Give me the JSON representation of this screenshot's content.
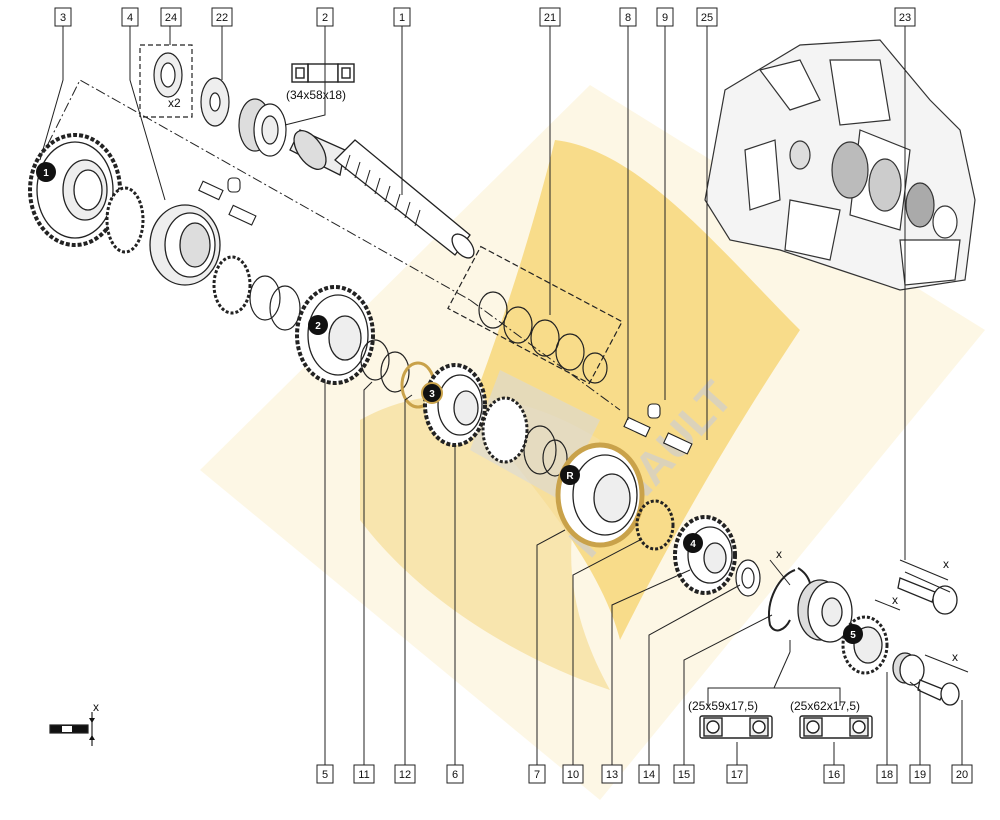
{
  "watermark": {
    "brand": "RENAULT",
    "color_gold": "#f7d77a",
    "color_grey": "#c9c9c9"
  },
  "callouts_top": [
    {
      "id": "c3",
      "label": "3"
    },
    {
      "id": "c4",
      "label": "4"
    },
    {
      "id": "c24",
      "label": "24"
    },
    {
      "id": "c22",
      "label": "22"
    },
    {
      "id": "c2",
      "label": "2"
    },
    {
      "id": "c1",
      "label": "1"
    },
    {
      "id": "c21",
      "label": "21"
    },
    {
      "id": "c8",
      "label": "8"
    },
    {
      "id": "c9",
      "label": "9"
    },
    {
      "id": "c25",
      "label": "25"
    },
    {
      "id": "c23",
      "label": "23"
    }
  ],
  "callouts_bottom": [
    {
      "id": "c5",
      "label": "5"
    },
    {
      "id": "c11",
      "label": "11"
    },
    {
      "id": "c12",
      "label": "12"
    },
    {
      "id": "c6",
      "label": "6"
    },
    {
      "id": "c7",
      "label": "7"
    },
    {
      "id": "c10",
      "label": "10"
    },
    {
      "id": "c13",
      "label": "13"
    },
    {
      "id": "c14",
      "label": "14"
    },
    {
      "id": "c15",
      "label": "15"
    },
    {
      "id": "c17",
      "label": "17"
    },
    {
      "id": "c16",
      "label": "16"
    },
    {
      "id": "c18",
      "label": "18"
    },
    {
      "id": "c19",
      "label": "19"
    },
    {
      "id": "c20",
      "label": "20"
    }
  ],
  "gear_markers": [
    {
      "id": "g1",
      "label": "1"
    },
    {
      "id": "g2",
      "label": "2"
    },
    {
      "id": "g3",
      "label": "3"
    },
    {
      "id": "gR",
      "label": "R"
    },
    {
      "id": "g4",
      "label": "4"
    },
    {
      "id": "g5",
      "label": "5"
    }
  ],
  "quantity_note": "x2",
  "bearing_specs": {
    "top": "(34x58x18)",
    "left": "(25x59x17,5)",
    "right": "(25x62x17,5)"
  },
  "dimension_marks": {
    "x_mark": "x",
    "legend_x": "x"
  }
}
